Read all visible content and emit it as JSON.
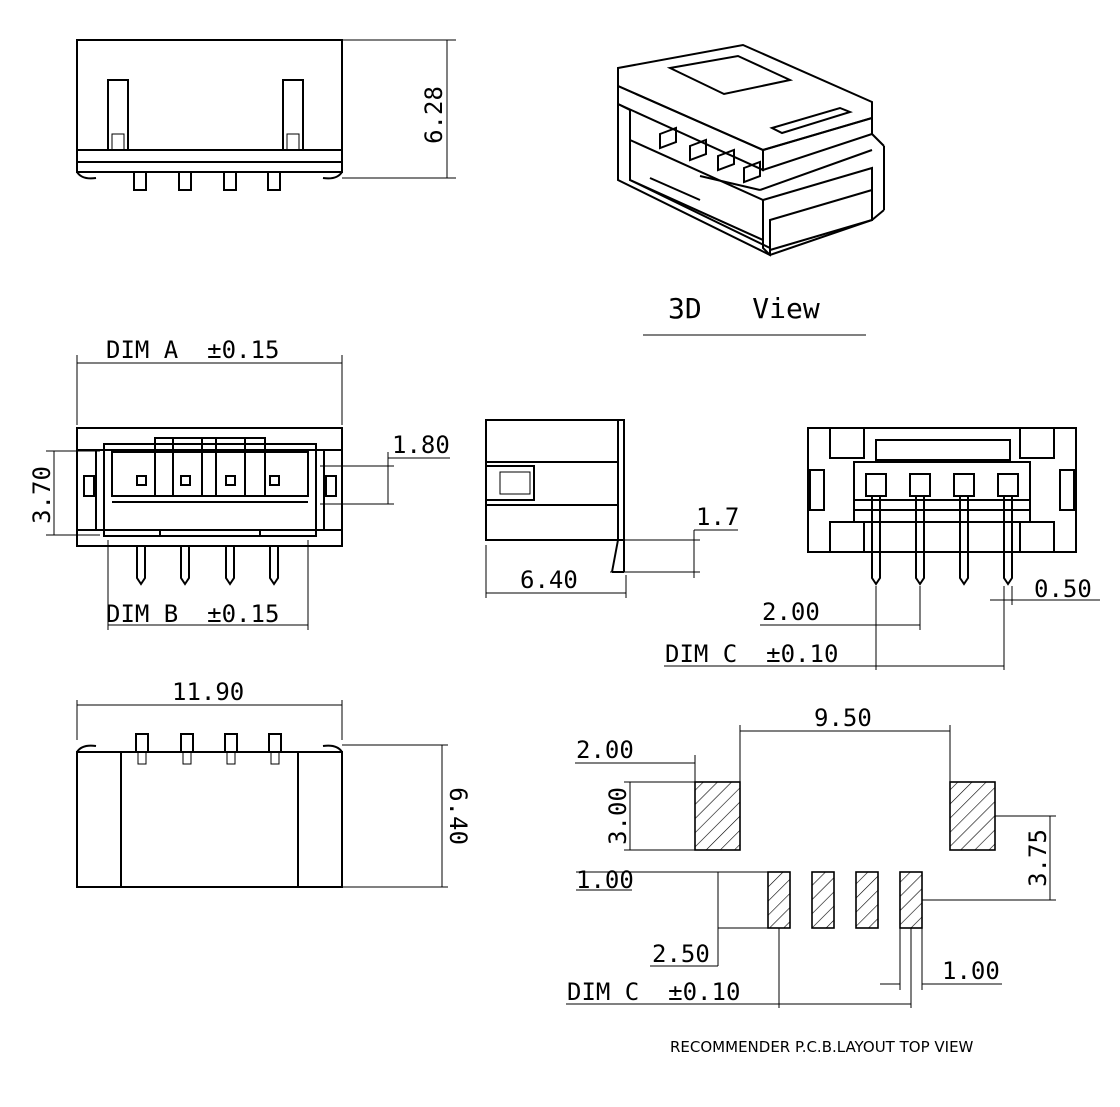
{
  "title_3d": "3D   View",
  "caption_pcb": "RECOMMENDER P.C.B.LAYOUT TOP VIEW",
  "dims": {
    "height_side": "6.28",
    "dim_a": "DIM A  ±0.15",
    "dim_b": "DIM B  ±0.15",
    "h_370": "3.70",
    "h_180": "1.80",
    "d_17": "1.7",
    "w_640": "6.40",
    "p_200": "2.00",
    "t_050": "0.50",
    "dim_c_front": "DIM C  ±0.10",
    "w_1190": "11.90",
    "h_640": "6.40",
    "pcb_950": "9.50",
    "pcb_200": "2.00",
    "pcb_300": "3.00",
    "pcb_375": "3.75",
    "pcb_100a": "1.00",
    "pcb_250": "2.50",
    "pcb_100b": "1.00",
    "pcb_dimc": "DIM C  ±0.10"
  }
}
